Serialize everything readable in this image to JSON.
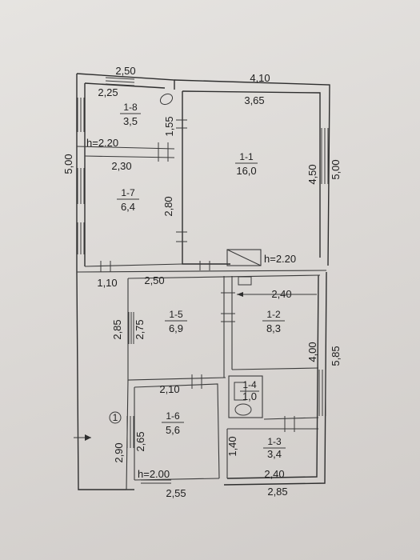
{
  "dimensions": {
    "top_left_width": "2,50",
    "top_left_inner": "2,25",
    "top_right_width": "4,10",
    "room_1_1_width": "3,65",
    "left_height": "5,00",
    "mid_height_155": "1,55",
    "h_left": "h=2.20",
    "room_1_7_width": "2,30",
    "room_1_7_height": "2,80",
    "room_1_1_height": "4,50",
    "right_height": "5,00",
    "h_right": "h=2.20",
    "corridor_width": "1,10",
    "room_1_5_width": "2,50",
    "room_1_2_width": "2,40",
    "room_1_5_outer": "2,85",
    "room_1_5_inner": "2,75",
    "room_1_2_height": "4,00",
    "right_lower_height": "5,85",
    "room_1_6_width": "2,10",
    "room_1_6_outer": "2,90",
    "room_1_6_inner": "2,65",
    "room_1_3_height": "1,40",
    "h_bottom": "h=2.00",
    "room_1_3_width": "2,40",
    "bottom_left": "2,55",
    "bottom_right": "2,85",
    "entrance_mark": "1"
  },
  "rooms": {
    "r18": {
      "num": "1-8",
      "area": "3,5"
    },
    "r11": {
      "num": "1-1",
      "area": "16,0"
    },
    "r17": {
      "num": "1-7",
      "area": "6,4"
    },
    "r15": {
      "num": "1-5",
      "area": "6,9"
    },
    "r12": {
      "num": "1-2",
      "area": "8,3"
    },
    "r14": {
      "num": "1-4",
      "area": "1,0"
    },
    "r16": {
      "num": "1-6",
      "area": "5,6"
    },
    "r13": {
      "num": "1-3",
      "area": "3,4"
    }
  }
}
